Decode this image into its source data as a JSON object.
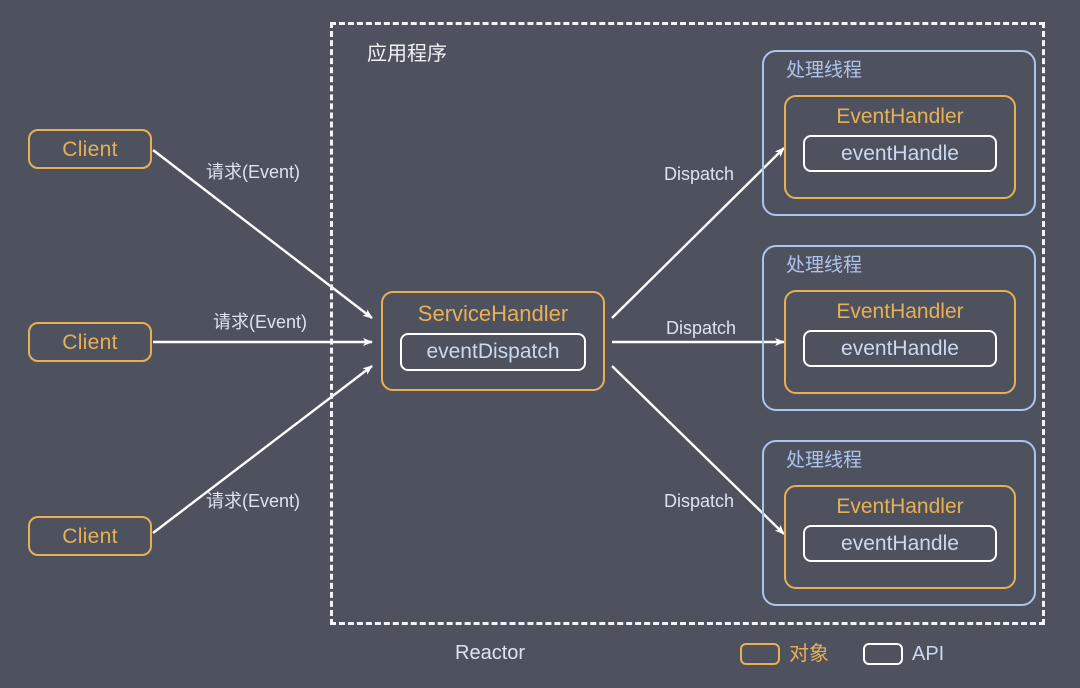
{
  "diagram": {
    "background_color": "#4e525e",
    "accent_object_color": "#e8b055",
    "accent_api_color": "#ffffff",
    "accent_thread_color": "#aec3ee",
    "boundary": {
      "title": "应用程序",
      "caption": "Reactor"
    },
    "clients": [
      {
        "label": "Client"
      },
      {
        "label": "Client"
      },
      {
        "label": "Client"
      }
    ],
    "service_handler": {
      "title": "ServiceHandler",
      "api": "eventDispatch"
    },
    "threads": [
      {
        "label": "处理线程",
        "handler_title": "EventHandler",
        "handler_api": "eventHandle"
      },
      {
        "label": "处理线程",
        "handler_title": "EventHandler",
        "handler_api": "eventHandle"
      },
      {
        "label": "处理线程",
        "handler_title": "EventHandler",
        "handler_api": "eventHandle"
      }
    ],
    "request_labels": [
      {
        "text": "请求(Event)"
      },
      {
        "text": "请求(Event)"
      },
      {
        "text": "请求(Event)"
      }
    ],
    "dispatch_labels": [
      {
        "text": "Dispatch"
      },
      {
        "text": "Dispatch"
      },
      {
        "text": "Dispatch"
      }
    ],
    "legend": {
      "object_label": "对象",
      "api_label": "API"
    }
  }
}
